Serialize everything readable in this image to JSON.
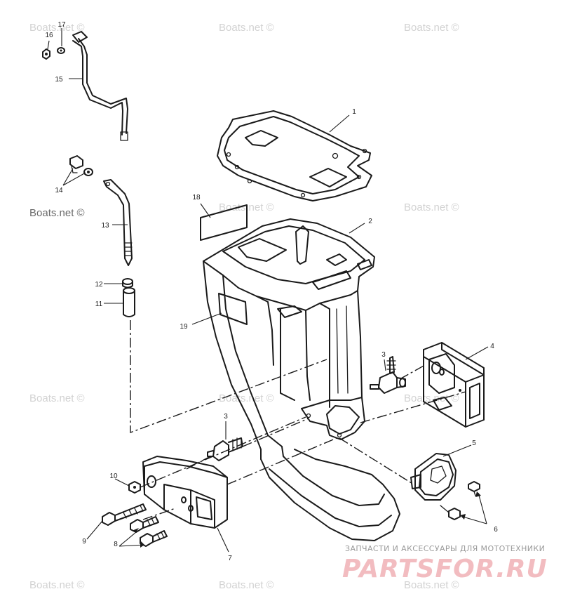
{
  "watermark": {
    "text": "Boats.net ©"
  },
  "shop": {
    "tagline": "ЗАПЧАСТИ И АКСЕССУАРЫ ДЛЯ МОТОТЕХНИКИ",
    "logo": "PARTSFOR.RU"
  },
  "callouts": [
    "1",
    "2",
    "3",
    "3",
    "4",
    "5",
    "6",
    "7",
    "8",
    "9",
    "10",
    "11",
    "12",
    "13",
    "14",
    "15",
    "16",
    "17",
    "18",
    "19"
  ]
}
